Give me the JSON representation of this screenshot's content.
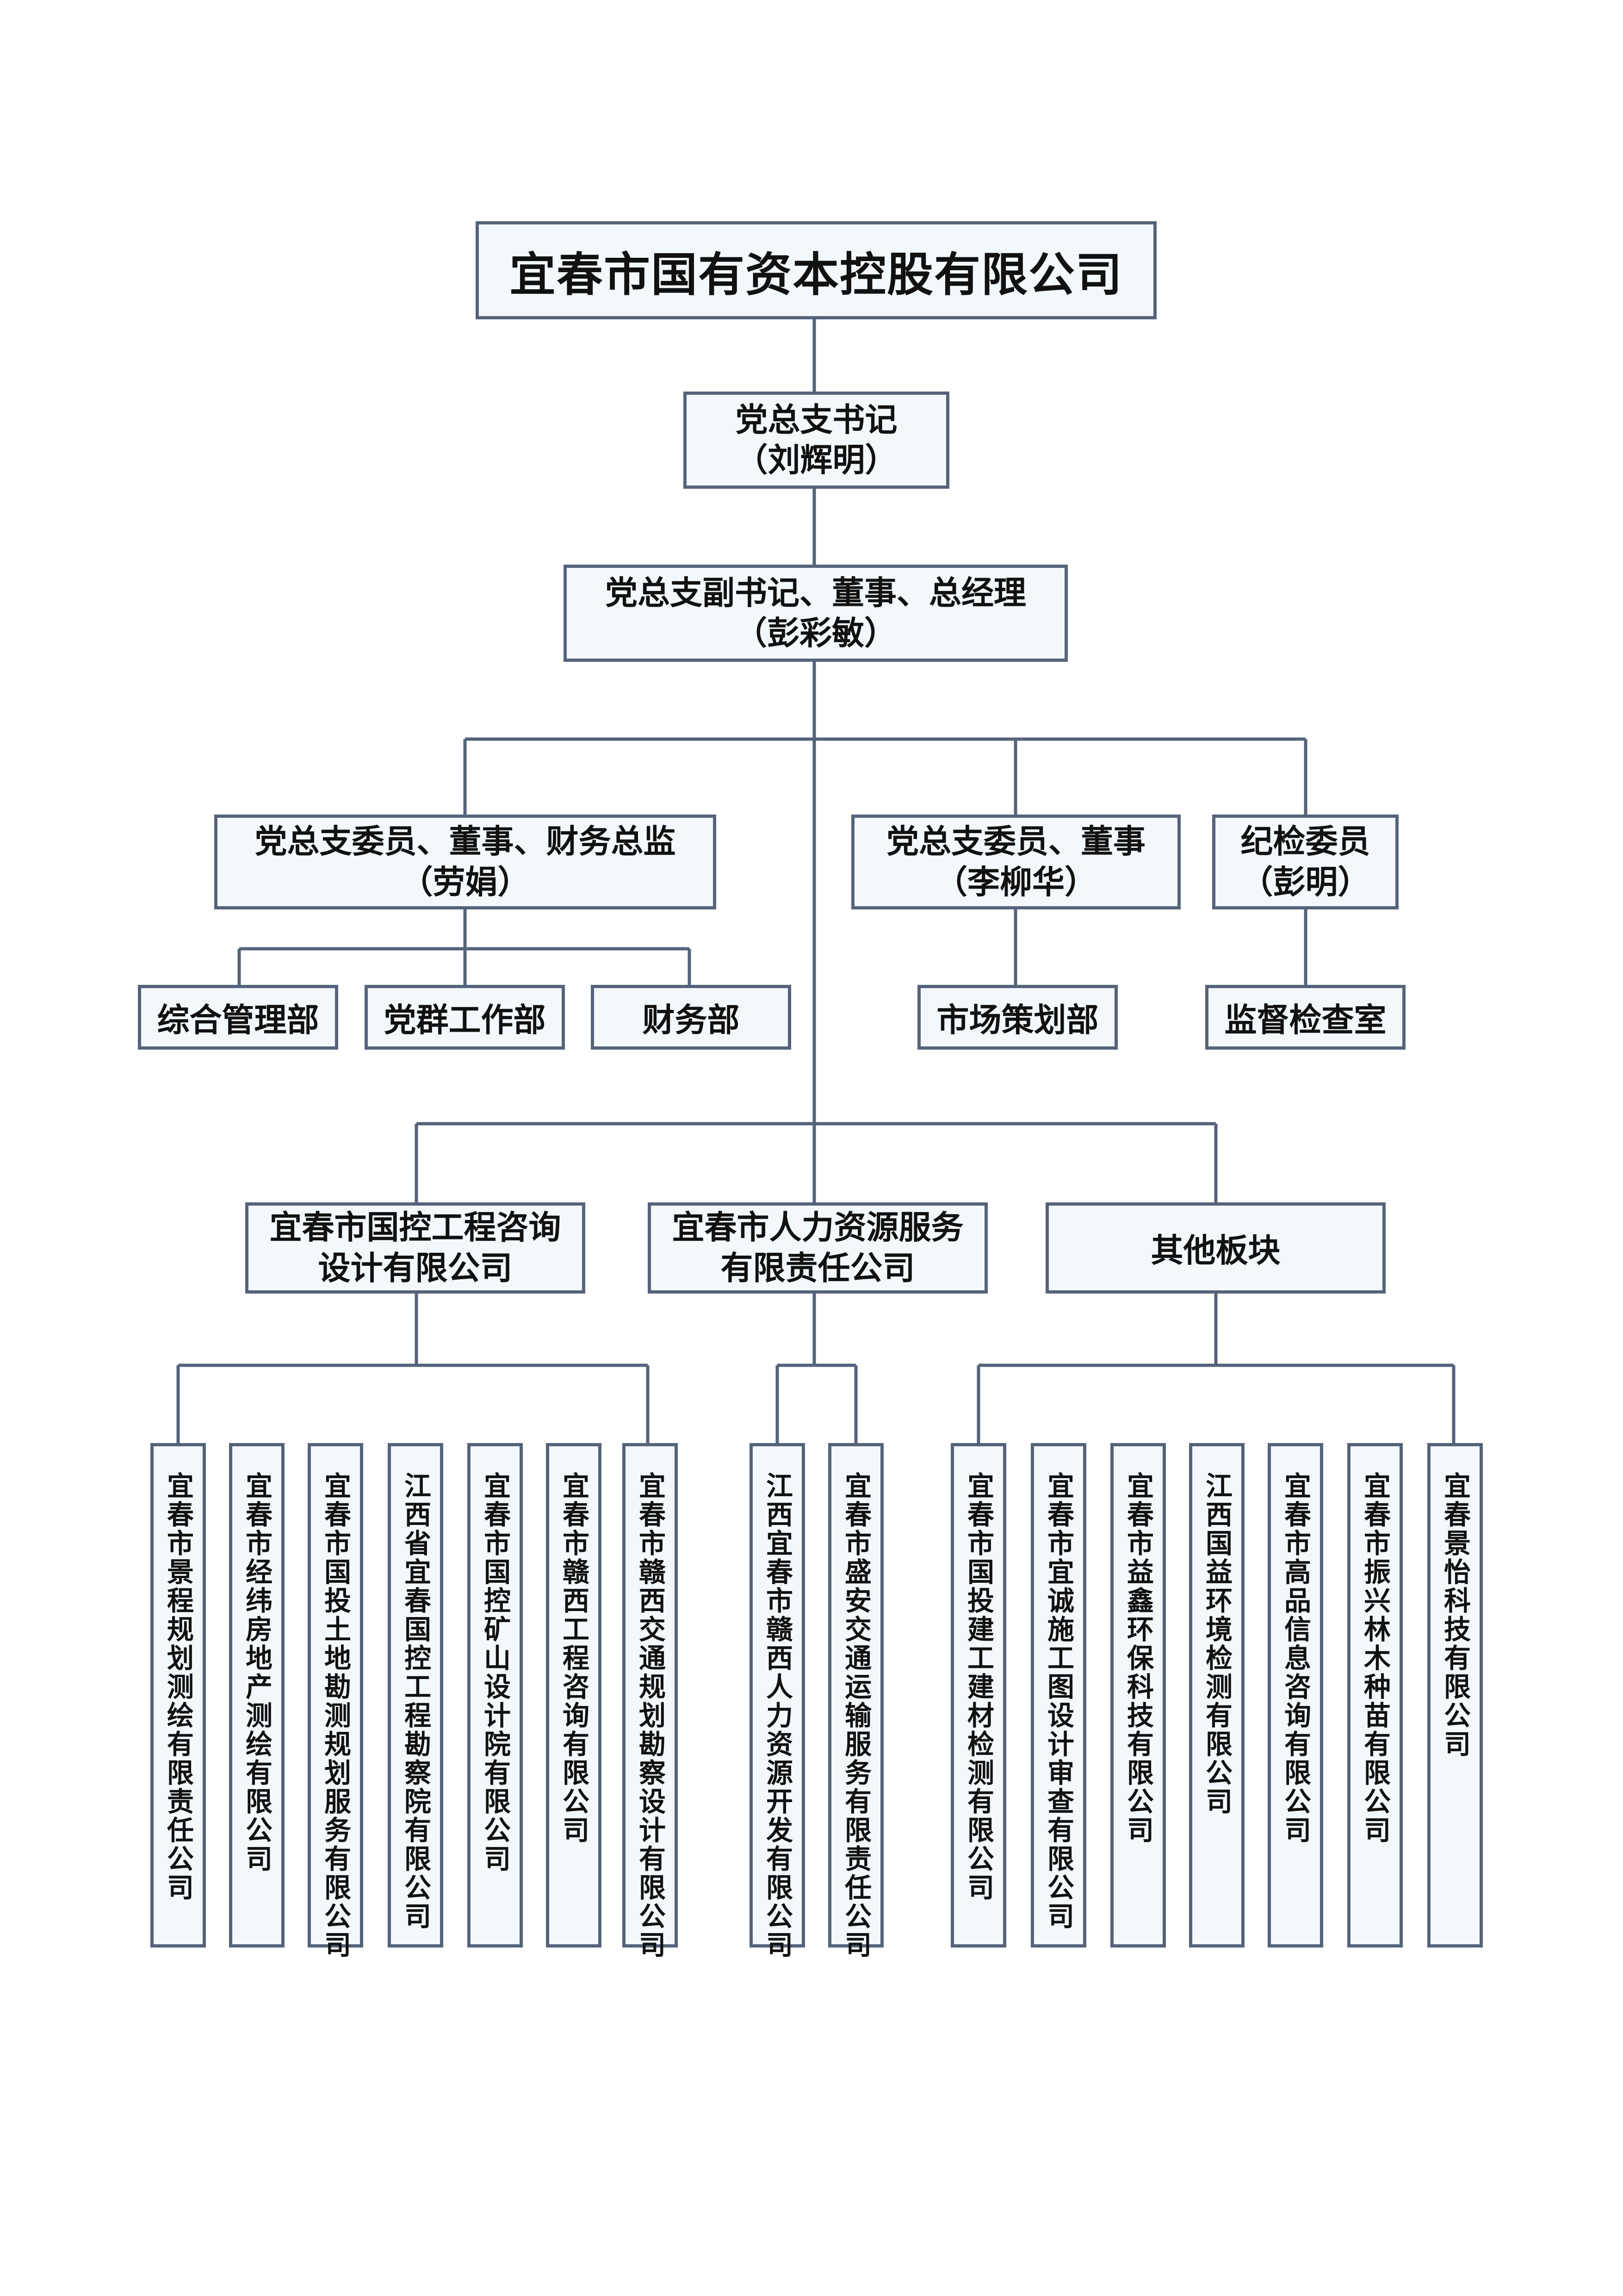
{
  "root": {
    "title": "宜春市国有资本控股有限公司"
  },
  "secretary": {
    "role": "党总支书记",
    "name": "（刘辉明）"
  },
  "deputy": {
    "role": "党总支副书记、董事、总经理",
    "name": "（彭彩敏）"
  },
  "cfo": {
    "role": "党总支委员、董事、财务总监",
    "name": "（劳娟）"
  },
  "director": {
    "role": "党总支委员、董事",
    "name": "（李柳华）"
  },
  "inspector": {
    "role": "纪检委员",
    "name": "（彭明）"
  },
  "departments": {
    "general": "综合管理部",
    "party": "党群工作部",
    "finance": "财务部",
    "market": "市场策划部",
    "supervision": "监督检查室"
  },
  "companies": {
    "engineering": {
      "line1": "宜春市国控工程咨询",
      "line2": "设计有限公司"
    },
    "hr": {
      "line1": "宜春市人力资源服务",
      "line2": "有限责任公司"
    },
    "other": {
      "label": "其他板块"
    }
  },
  "subsidiaries": {
    "engineering": [
      "宜春市景程规划测绘有限责任公司",
      "宜春市经纬房地产测绘有限公司",
      "宜春市国投土地勘测规划服务有限公司",
      "江西省宜春国控工程勘察院有限公司",
      "宜春市国控矿山设计院有限公司",
      "宜春市赣西工程咨询有限公司",
      "宜春市赣西交通规划勘察设计有限公司"
    ],
    "hr": [
      "江西宜春市赣西人力资源开发有限公司",
      "宜春市盛安交通运输服务有限责任公司"
    ],
    "other": [
      "宜春市国投建工建材检测有限公司",
      "宜春市宜诚施工图设计审查有限公司",
      "宜春市益鑫环保科技有限公司",
      "江西国益环境检测有限公司",
      "宜春市高品信息咨询有限公司",
      "宜春市振兴林木种苗有限公司",
      "宜春景怡科技有限公司"
    ]
  },
  "colors": {
    "border": "#55637a",
    "fill": "#f3f8fc",
    "line": "#55637a"
  }
}
